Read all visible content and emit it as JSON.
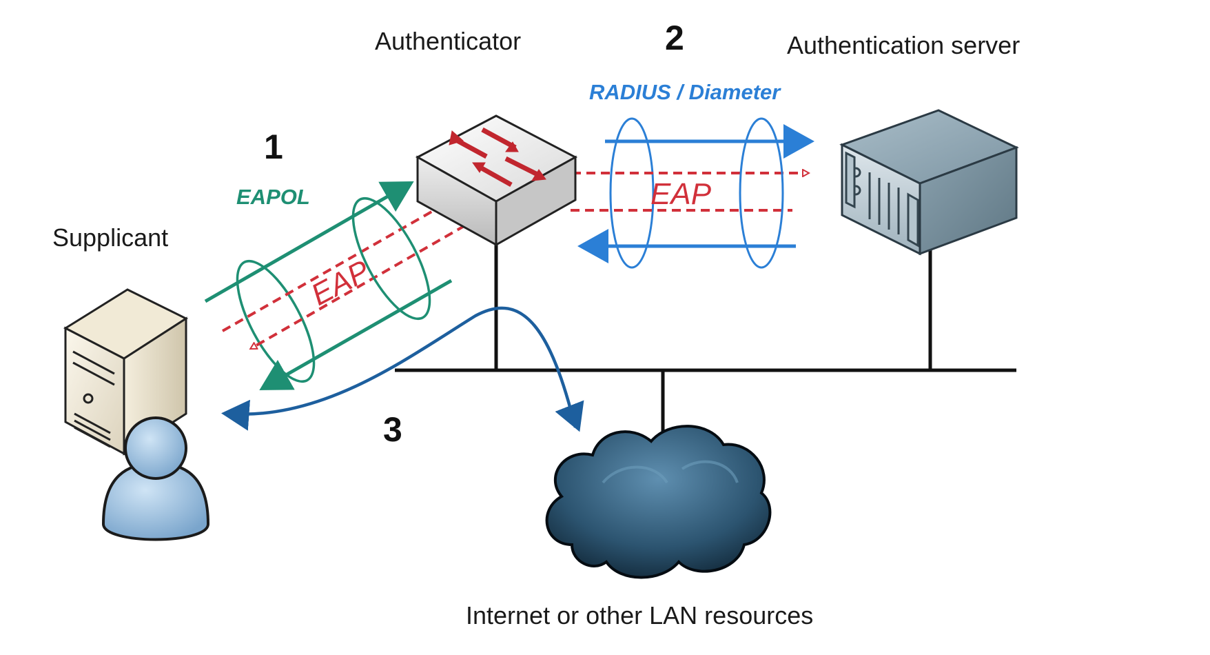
{
  "labels": {
    "authenticator": "Authenticator",
    "auth_server": "Authentication server",
    "supplicant": "Supplicant",
    "internet": "Internet or other LAN resources"
  },
  "steps": {
    "one": "1",
    "two": "2",
    "three": "3"
  },
  "protocols": {
    "eapol": "EAPOL",
    "radius": "RADIUS / Diameter",
    "eap_left": "EAP",
    "eap_right": "EAP"
  },
  "icons": {
    "switch": "network-switch-icon",
    "server": "rack-server-icon",
    "workstation": "workstation-icon",
    "user": "user-icon",
    "cloud": "cloud-icon"
  },
  "colors": {
    "eapol": "#1e8f73",
    "radius": "#2b7fd6",
    "eap": "#d1303a",
    "access": "#1d5f9e",
    "lines": "#111111"
  }
}
